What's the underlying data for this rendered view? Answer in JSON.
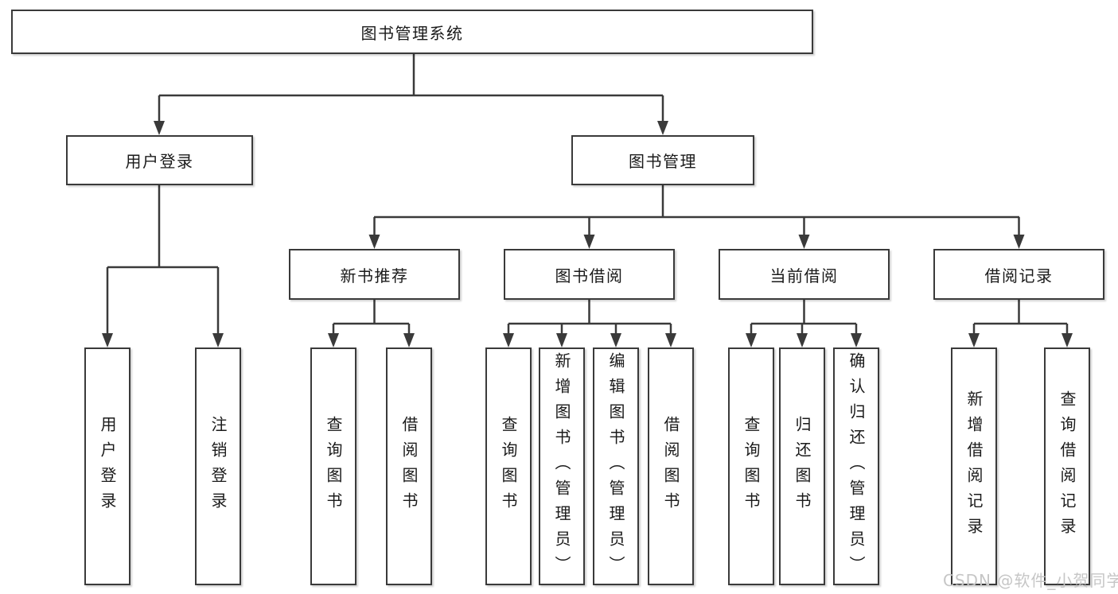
{
  "tree": {
    "label": "图书管理系统",
    "children": [
      {
        "label": "用户登录",
        "children": [
          {
            "label": "用户登录"
          },
          {
            "label": "注销登录"
          }
        ]
      },
      {
        "label": "图书管理",
        "children": [
          {
            "label": "新书推荐",
            "children": [
              {
                "label": "查询图书"
              },
              {
                "label": "借阅图书"
              }
            ]
          },
          {
            "label": "图书借阅",
            "children": [
              {
                "label": "查询图书"
              },
              {
                "label": "新增图书（管理员）"
              },
              {
                "label": "编辑图书（管理员）"
              },
              {
                "label": "借阅图书"
              }
            ]
          },
          {
            "label": "当前借阅",
            "children": [
              {
                "label": "查询图书"
              },
              {
                "label": "归还图书"
              },
              {
                "label": "确认归还（管理员）"
              }
            ]
          },
          {
            "label": "借阅记录",
            "children": [
              {
                "label": "新增借阅记录"
              },
              {
                "label": "查询借阅记录"
              }
            ]
          }
        ]
      }
    ]
  },
  "watermark": "CSDN @软件_小贺同学",
  "colors": {
    "line": "#3a3a3a",
    "box_border": "#3a3a3a",
    "text": "#1a1a1a",
    "watermark": "#c6c6c6",
    "background": "#ffffff"
  }
}
